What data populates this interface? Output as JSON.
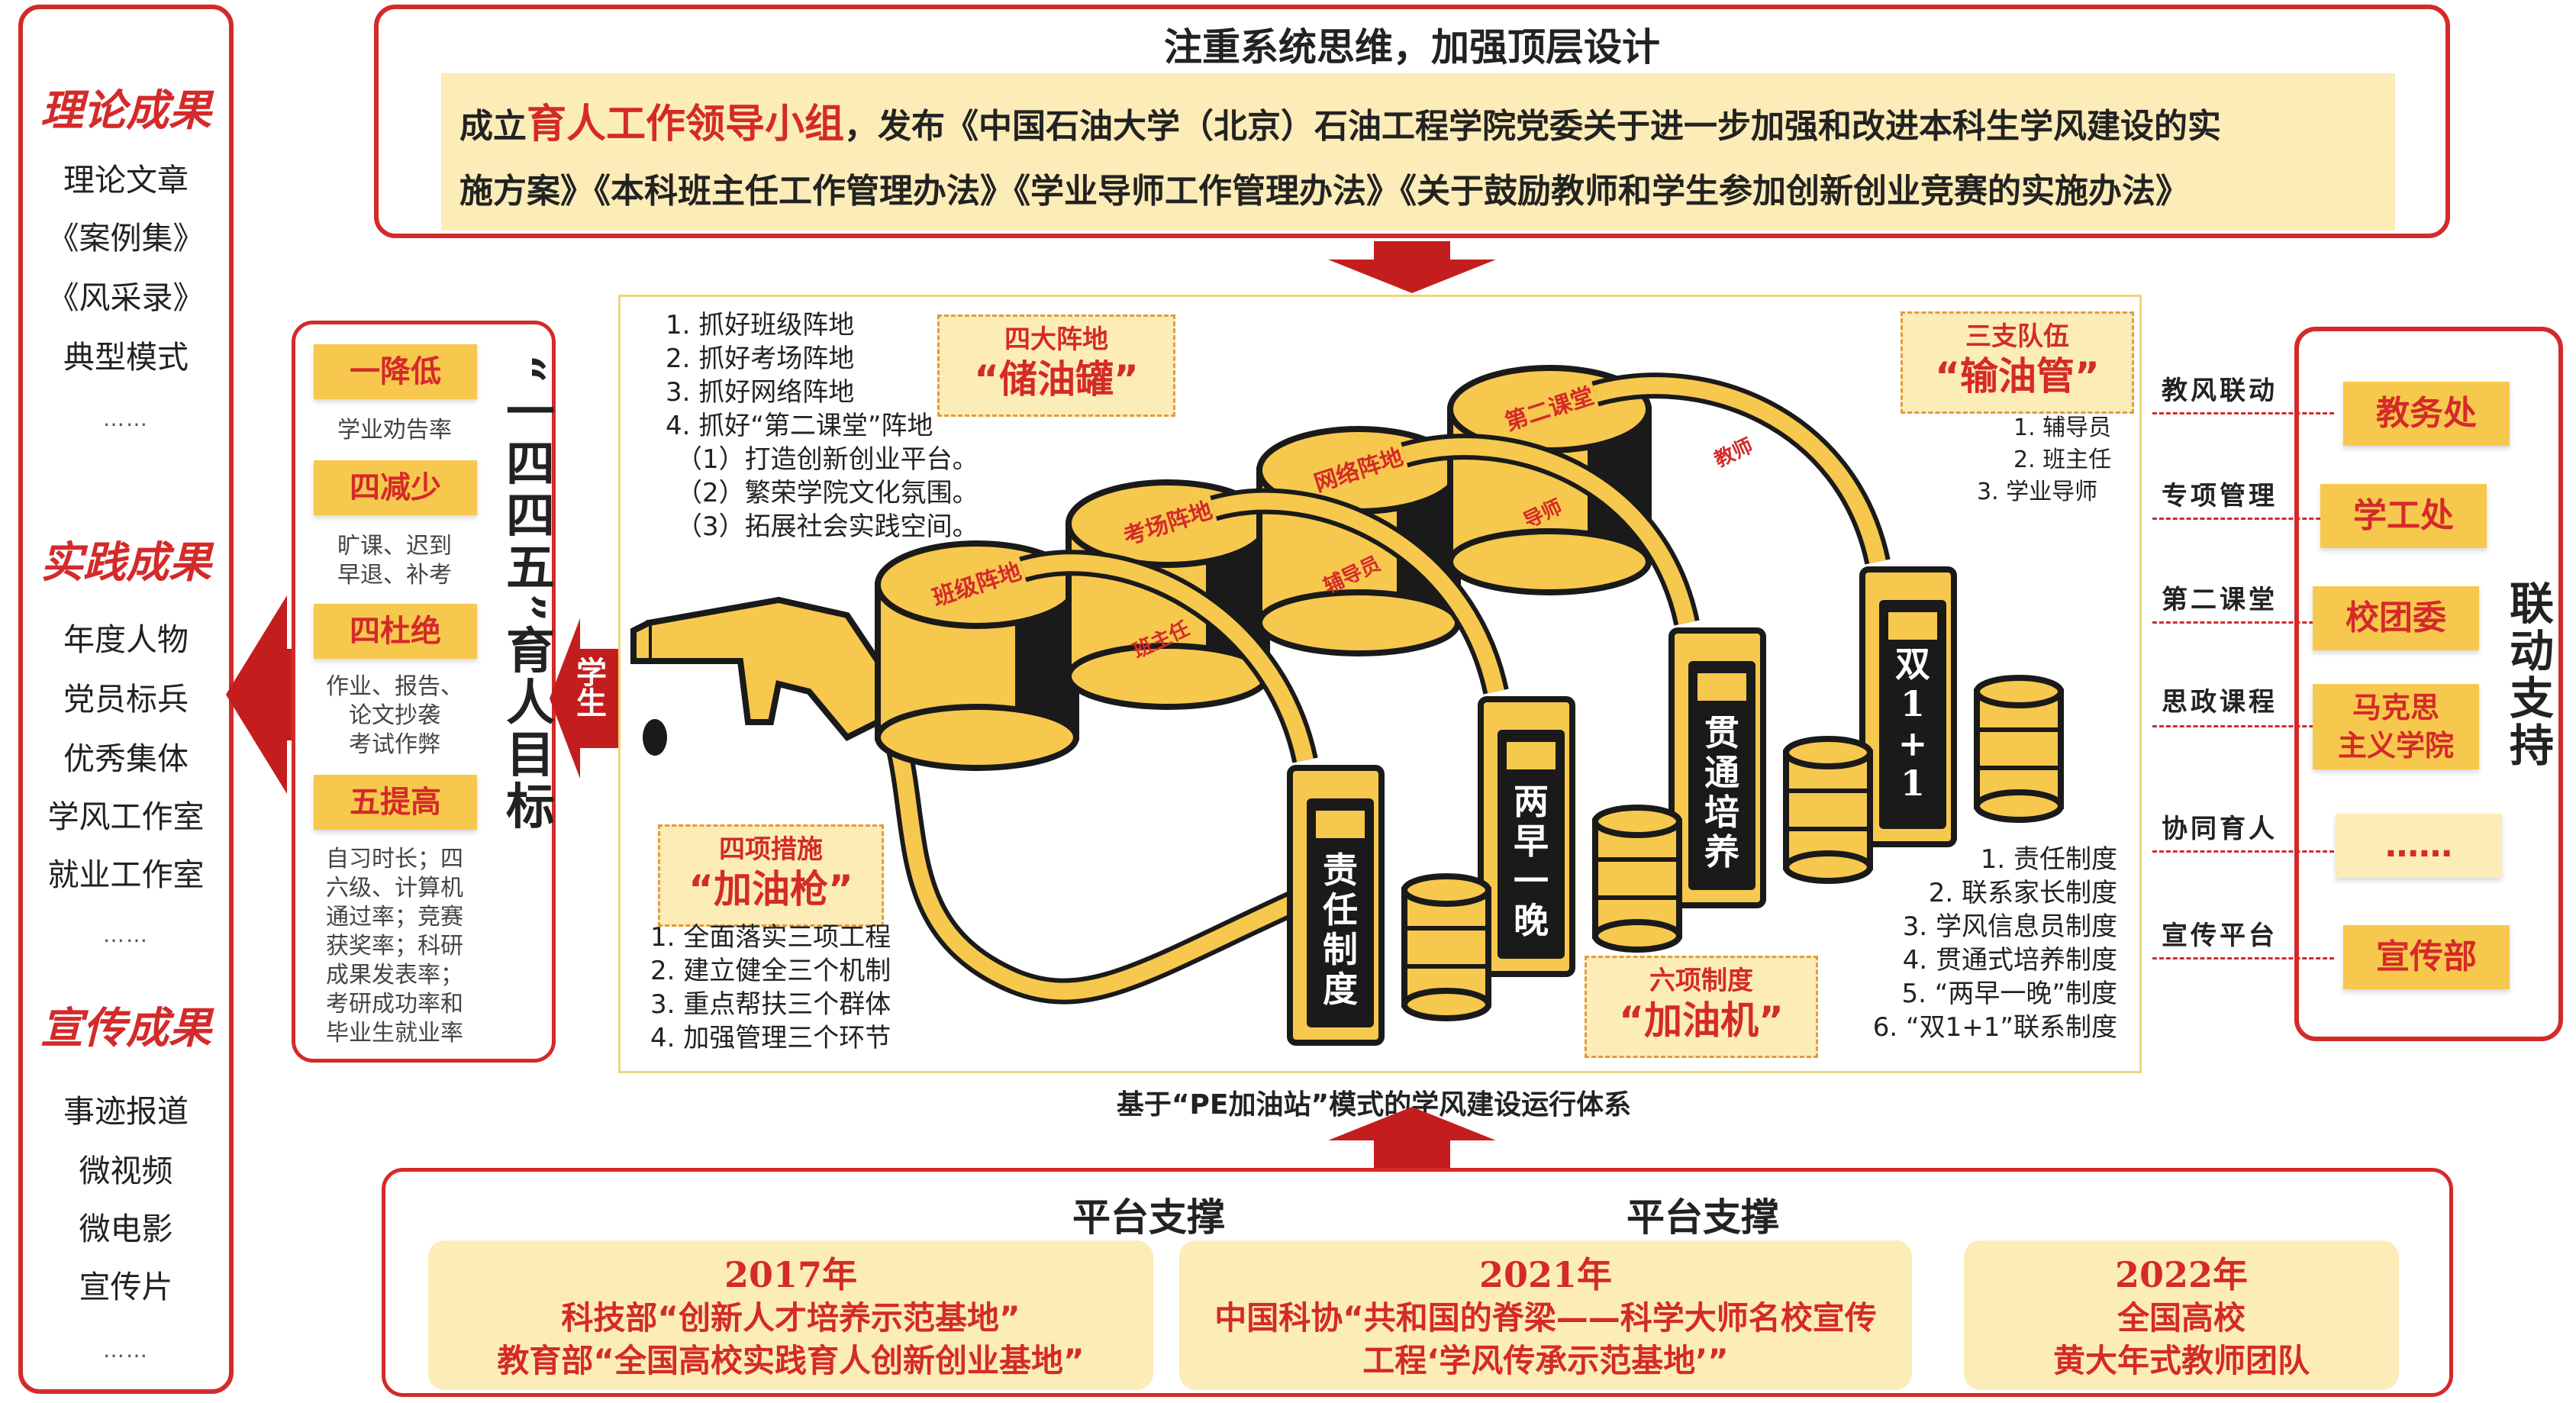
{
  "left_panel": {
    "theory": {
      "title": "理论成果",
      "items": [
        "理论文章",
        "《案例集》",
        "《风采录》",
        "典型模式"
      ],
      "more": "……"
    },
    "practice": {
      "title": "实践成果",
      "items": [
        "年度人物",
        "党员标兵",
        "优秀集体",
        "学风工作室",
        "就业工作室"
      ],
      "more": "……"
    },
    "publicity": {
      "title": "宣传成果",
      "items": [
        "事迹报道",
        "微视频",
        "微电影",
        "宣传片"
      ],
      "more": "……"
    }
  },
  "top": {
    "title": "注重系统思维，加强顶层设计",
    "line1_pre": "成立",
    "line1_highlight": "育人工作领导小组",
    "line1_post": "，发布《中国石油大学（北京）石油工程学院党委关于进一步加强和改进本科生学风建设的实",
    "line2": "施方案》《本科班主任工作管理办法》《学业导师工作管理办法》《关于鼓励教师和学生参加创新创业竞赛的实施办法》"
  },
  "goals": {
    "steps": [
      {
        "tag": "一降低",
        "desc": [
          "学业劝告率"
        ]
      },
      {
        "tag": "四减少",
        "desc": [
          "旷课、迟到",
          "早退、补考"
        ]
      },
      {
        "tag": "四杜绝",
        "desc": [
          "作业、报告、",
          "论文抄袭",
          "考试作弊"
        ]
      },
      {
        "tag": "五提高",
        "desc": [
          "自习时长；四",
          "六级、计算机",
          "通过率；竞赛",
          "获奖率；科研",
          "成果发表率；",
          "考研成功率和",
          "毕业生就业率"
        ]
      }
    ],
    "vertical_title": "“一四四五”育人目标",
    "student": "学生"
  },
  "center": {
    "positions_list": [
      "1. 抓好班级阵地",
      "2. 抓好考场阵地",
      "3. 抓好网络阵地",
      "4. 抓好“第二课堂”阵地",
      "（1）打造创新创业平台。",
      "（2）繁荣学院文化氛围。",
      "（3）拓展社会实践空间。"
    ],
    "positions_label": {
      "small": "四大阵地",
      "big": "“储油罐”"
    },
    "teams_label": {
      "small": "三支队伍",
      "big": "“输油管”"
    },
    "teams_list": [
      "1. 辅导员",
      "2. 班主任",
      "3. 学业导师"
    ],
    "measures_label": {
      "small": "四项措施",
      "big": "“加油枪”"
    },
    "measures_list": [
      "1. 全面落实三项工程",
      "2. 建立健全三个机制",
      "3. 重点帮扶三个群体",
      "4. 加强管理三个环节"
    ],
    "systems_label": {
      "small": "六项制度",
      "big": "“加油机”"
    },
    "systems_list": [
      "1. 责任制度",
      "2. 联系家长制度",
      "3. 学风信息员制度",
      "4. 贯通式培养制度",
      "5. “两早一晚”制度",
      "6. “双1+1”联系制度"
    ],
    "tanks": [
      "班级阵地",
      "考场阵地",
      "网络阵地",
      "第二课堂"
    ],
    "pipes": [
      "班主任",
      "辅导员",
      "导师",
      "教师"
    ],
    "pumps": [
      "责任制度",
      "两早一晚",
      "贯通培养",
      "双1+1"
    ],
    "caption": "基于“PE加油站”模式的学风建设运行体系"
  },
  "right_panel": {
    "links": [
      "教风联动",
      "专项管理",
      "第二课堂",
      "思政课程",
      "协同育人",
      "宣传平台"
    ],
    "depts": [
      "教务处",
      "学工处",
      "校团委",
      "马克思主义学院",
      "……",
      "宣传部"
    ],
    "dept_mark_line1": "马克思",
    "dept_mark_line2": "主义学院",
    "vertical_title": "联动支持"
  },
  "bottom": {
    "titles": [
      "平台支撑",
      "平台支撑"
    ],
    "platforms": [
      {
        "year": "2017年",
        "lines": [
          "科技部“创新人才培养示范基地”",
          "教育部“全国高校实践育人创新创业基地”"
        ]
      },
      {
        "year": "2021年",
        "lines": [
          "中国科协“共和国的脊梁——科学大师名校宣传",
          "工程‘学风传承示范基地’”"
        ]
      },
      {
        "year": "2022年",
        "lines": [
          "全国高校",
          "黄大年式教师团队"
        ]
      }
    ]
  },
  "colors": {
    "accent_red": "#d42a2a",
    "gold": "#f7c84e",
    "cream": "#fcecb8",
    "dark": "#1a1a1a"
  }
}
